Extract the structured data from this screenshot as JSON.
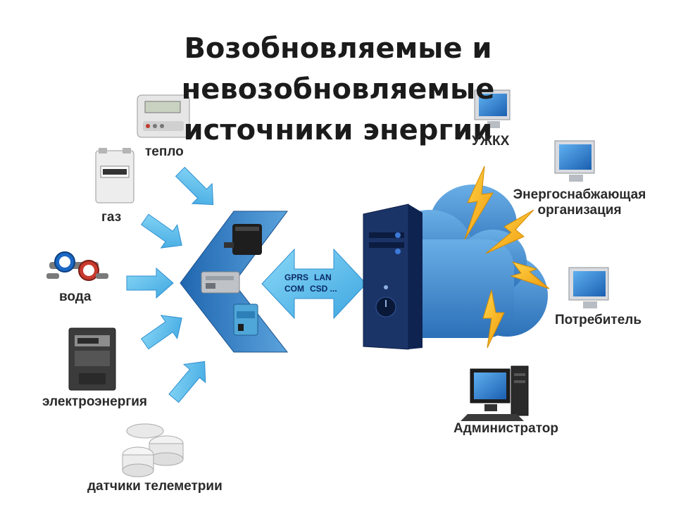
{
  "title": [
    "Возобновляемые и",
    "невозобновляемые",
    "источники энергии"
  ],
  "sources": {
    "heat": "тепло",
    "gas": "газ",
    "water": "вода",
    "electricity": "электроэнергия",
    "telemetry": "датчики телеметрии"
  },
  "protocols": [
    "GPRS",
    "LAN",
    "COM",
    "CSD ..."
  ],
  "recipients": {
    "housing": "УЖКХ",
    "supplier": [
      "Энергоснабжающая",
      "организация"
    ],
    "consumer": "Потребитель",
    "admin": "Администратор"
  },
  "colors": {
    "arrow_blue": "#6cc6ef",
    "chevron_blue": "#3a86c8",
    "cloud_blue": "#4a8fd1",
    "server_dark": "#1f3a74",
    "lightning": "#f5b617"
  }
}
